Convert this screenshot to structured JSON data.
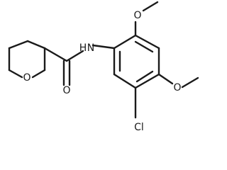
{
  "molecule": {
    "atoms": {
      "ring_oxygen": "O",
      "carbonyl_oxygen": "O",
      "amide_nitrogen": "N",
      "amide_hydrogen": "H",
      "top_methoxy_oxygen": "O",
      "right_methoxy_oxygen": "O",
      "chlorine": "Cl"
    }
  }
}
